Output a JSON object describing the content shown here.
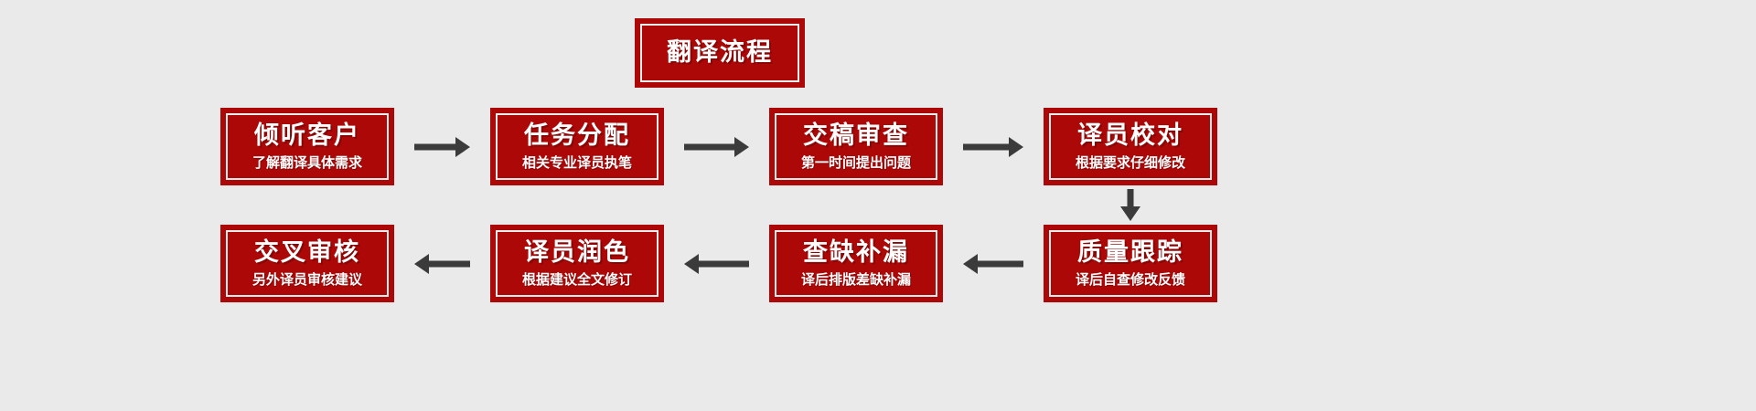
{
  "page": {
    "background_color": "#eaeaea",
    "box_fill_color": "#ad0808",
    "box_inner_border_color": "#f2eded",
    "arrow_color": "#3b3b3b",
    "text_color": "#ffffff"
  },
  "header": {
    "title": "翻译流程"
  },
  "flow": {
    "row1": [
      {
        "title": "倾听客户",
        "subtitle": "了解翻译具体需求"
      },
      {
        "title": "任务分配",
        "subtitle": "相关专业译员执笔"
      },
      {
        "title": "交稿审查",
        "subtitle": "第一时间提出问题"
      },
      {
        "title": "译员校对",
        "subtitle": "根据要求仔细修改"
      }
    ],
    "row2": [
      {
        "title": "交叉审核",
        "subtitle": "另外译员审核建议"
      },
      {
        "title": "译员润色",
        "subtitle": "根据建议全文修订"
      },
      {
        "title": "查缺补漏",
        "subtitle": "译后排版差缺补漏"
      },
      {
        "title": "质量跟踪",
        "subtitle": "译后自查修改反馈"
      }
    ]
  },
  "connectors": {
    "row1_arrow1": "arrow-right",
    "row1_arrow2": "arrow-right",
    "row1_arrow3": "arrow-right",
    "vertical_down": "arrow-down",
    "row2_arrow1": "arrow-left",
    "row2_arrow2": "arrow-left",
    "row2_arrow3": "arrow-left"
  }
}
